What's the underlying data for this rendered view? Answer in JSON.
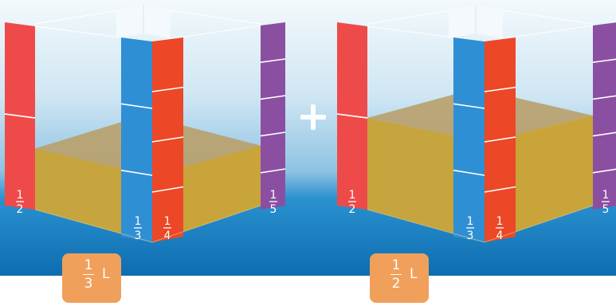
{
  "colors": {
    "sky_top": "#eef6fb",
    "sky_mid": "#bcdcef",
    "sea": "#1f8ac9",
    "sea_deep": "#0f6fb0",
    "water": "#c6a43e",
    "water_top": "#b9a06a",
    "bar_half": "#ef4a4a",
    "bar_third": "#2f8fd4",
    "bar_quarter": "#ec4726",
    "bar_fifth": "#8b4fa2",
    "chip": "#f0a05a"
  },
  "containers": [
    {
      "name": "left",
      "fill_fraction": 0.3333,
      "labels": {
        "half": {
          "num": "1",
          "den": "2"
        },
        "third": {
          "num": "1",
          "den": "3"
        },
        "quarter": {
          "num": "1",
          "den": "4"
        },
        "fifth": {
          "num": "1",
          "den": "5"
        }
      },
      "volume": {
        "num": "1",
        "den": "3",
        "unit": "L"
      }
    },
    {
      "name": "right",
      "fill_fraction": 0.5,
      "labels": {
        "half": {
          "num": "1",
          "den": "2"
        },
        "third": {
          "num": "1",
          "den": "3"
        },
        "quarter": {
          "num": "1",
          "den": "4"
        },
        "fifth": {
          "num": "1",
          "den": "5"
        }
      },
      "volume": {
        "num": "1",
        "den": "2",
        "unit": "L"
      }
    }
  ],
  "operator": {
    "icon": "plus-icon"
  }
}
